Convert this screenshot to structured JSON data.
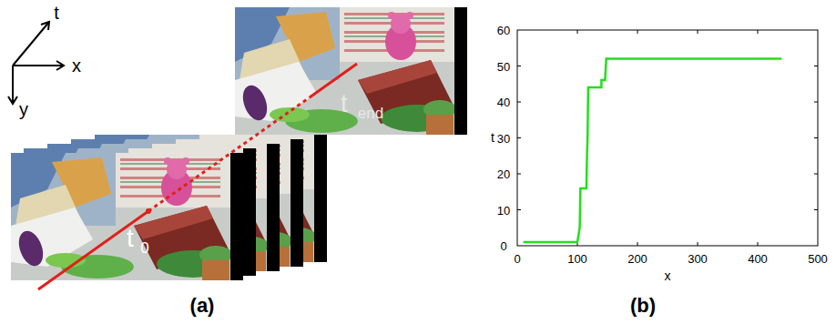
{
  "diagram": {
    "labels": [
      "t",
      "x",
      "y",
      "t",
      "0",
      "t",
      "end",
      "(a)",
      "(b)",
      "0",
      "100",
      "200",
      "300",
      "400",
      "500",
      "0",
      "10",
      "20",
      "30",
      "40",
      "50",
      "60",
      "x",
      "t"
    ]
  }
}
